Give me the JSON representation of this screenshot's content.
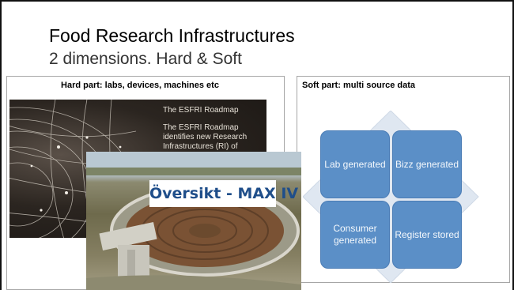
{
  "slide": {
    "title": "Food Research Infrastructures",
    "subtitle": "2 dimensions. Hard & Soft"
  },
  "hard_panel": {
    "header": "Hard part: labs, devices, machines etc",
    "esfri_image": {
      "heading": "The ESFRI Roadmap",
      "body": "The ESFRI Roadmap identifies new Research Infrastructures (RI) of"
    },
    "max_image": {
      "label": "Översikt - MAX IV"
    }
  },
  "soft_panel": {
    "header": "Soft part: multi source data",
    "quadrants": [
      {
        "label": "Lab generated"
      },
      {
        "label": "Bizz generated"
      },
      {
        "label": "Consumer generated"
      },
      {
        "label": "Register stored"
      }
    ]
  },
  "colors": {
    "quadrant_fill": "#5b8fc7",
    "diamond_fill": "#dfe7f1",
    "max_label_text": "#1f4e8a"
  }
}
